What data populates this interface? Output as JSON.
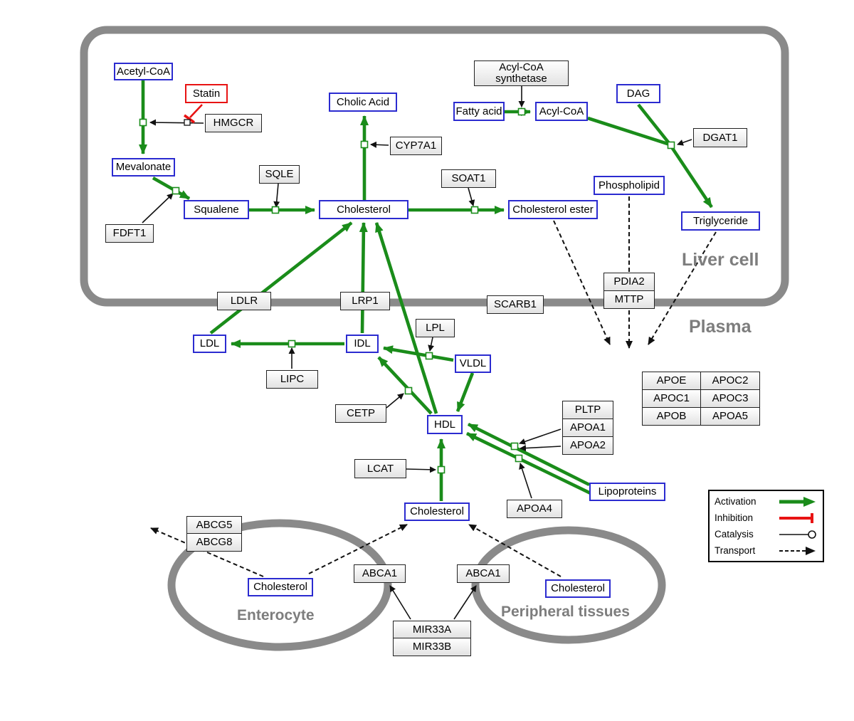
{
  "colors": {
    "activation": "#1a8c1a",
    "inhibition": "#e81313",
    "metabolite_border": "#2b2bd0",
    "membrane": "#8a8a8a"
  },
  "regions": {
    "liver": "Liver cell",
    "plasma": "Plasma",
    "enterocyte": "Enterocyte",
    "peripheral": "Peripheral tissues"
  },
  "nodes": {
    "acetyl_coa": "Acetyl-CoA",
    "statin": "Statin",
    "hmgcr": "HMGCR",
    "mevalonate": "Mevalonate",
    "fdft1": "FDFT1",
    "squalene": "Squalene",
    "sqle": "SQLE",
    "cholesterol_liver": "Cholesterol",
    "cholic_acid": "Cholic Acid",
    "cyp7a1": "CYP7A1",
    "soat1": "SOAT1",
    "cholesterol_ester": "Cholesterol ester",
    "acyl_coa_synthetase": "Acyl-CoA synthetase",
    "fatty_acid": "Fatty acid",
    "acyl_coa": "Acyl-CoA",
    "dag": "DAG",
    "dgat1": "DGAT1",
    "phospholipid": "Phospholipid",
    "triglyceride": "Triglyceride",
    "ldlr": "LDLR",
    "lrp1": "LRP1",
    "scarb1": "SCARB1",
    "pdia2": "PDIA2",
    "mttp": "MTTP",
    "ldl": "LDL",
    "idl": "IDL",
    "vldl": "VLDL",
    "lipc": "LIPC",
    "lpl": "LPL",
    "cetp": "CETP",
    "hdl": "HDL",
    "lcat": "LCAT",
    "pltp": "PLTP",
    "apoa1": "APOA1",
    "apoa2": "APOA2",
    "apoa4": "APOA4",
    "apoe": "APOE",
    "apoc2": "APOC2",
    "apoc1": "APOC1",
    "apoc3": "APOC3",
    "apob": "APOB",
    "apoa5": "APOA5",
    "lipoproteins": "Lipoproteins",
    "cholesterol_plasma": "Cholesterol",
    "abcg5": "ABCG5",
    "abcg8": "ABCG8",
    "cholesterol_enterocyte": "Cholesterol",
    "abca1_left": "ABCA1",
    "abca1_right": "ABCA1",
    "cholesterol_peripheral": "Cholesterol",
    "mir33a": "MIR33A",
    "mir33b": "MIR33B"
  },
  "legend": {
    "activation": "Activation",
    "inhibition": "Inhibition",
    "catalysis": "Catalysis",
    "transport": "Transport"
  }
}
